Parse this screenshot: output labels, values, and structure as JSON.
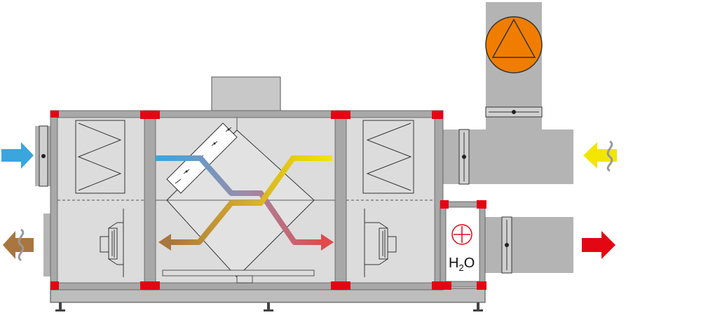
{
  "labels": {
    "water_heater_label": "H",
    "water_heater_subscript": "2",
    "water_heater_suffix": "O"
  },
  "colors": {
    "casing_gray": "#c8c8c8",
    "frame_gray": "#a8a8a8",
    "duct_gray": "#b4b4b4",
    "corner_red": "#e30613",
    "fan_orange": "#f07d00",
    "outdoor_air_blue": "#3aa6dd",
    "exhaust_brown": "#a8763e",
    "supply_red": "#e30613",
    "extract_yellow": "#f2e600"
  },
  "icons": {
    "outdoor_air": "arrow-right-blue-icon",
    "exhaust_air": "arrow-left-brown-icon",
    "extract_air": "arrow-left-yellow-icon",
    "supply_air": "arrow-right-red-icon",
    "fan": "fan-triangle-icon",
    "heater": "circle-plus-icon"
  }
}
